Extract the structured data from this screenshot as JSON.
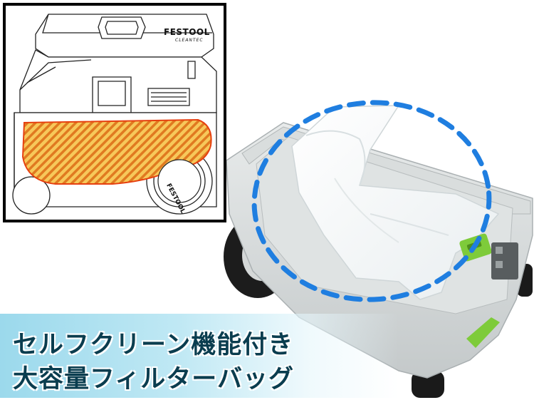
{
  "inset": {
    "brand": "FESTOOL",
    "sub_brand": "CLEANTEC",
    "wheel_brand": "FESTOOL",
    "highlight_color": "#f0a020",
    "highlight_stroke": "#e64010"
  },
  "banner": {
    "line1": "セルフクリーン機能付き",
    "line2": "大容量フィルターバッグ",
    "text_color": "#0a3d4f",
    "bg_color": "#a8dcee"
  },
  "photo": {
    "bag_outline_color": "#1f7ee0",
    "latch_color": "#7ecb3a"
  }
}
